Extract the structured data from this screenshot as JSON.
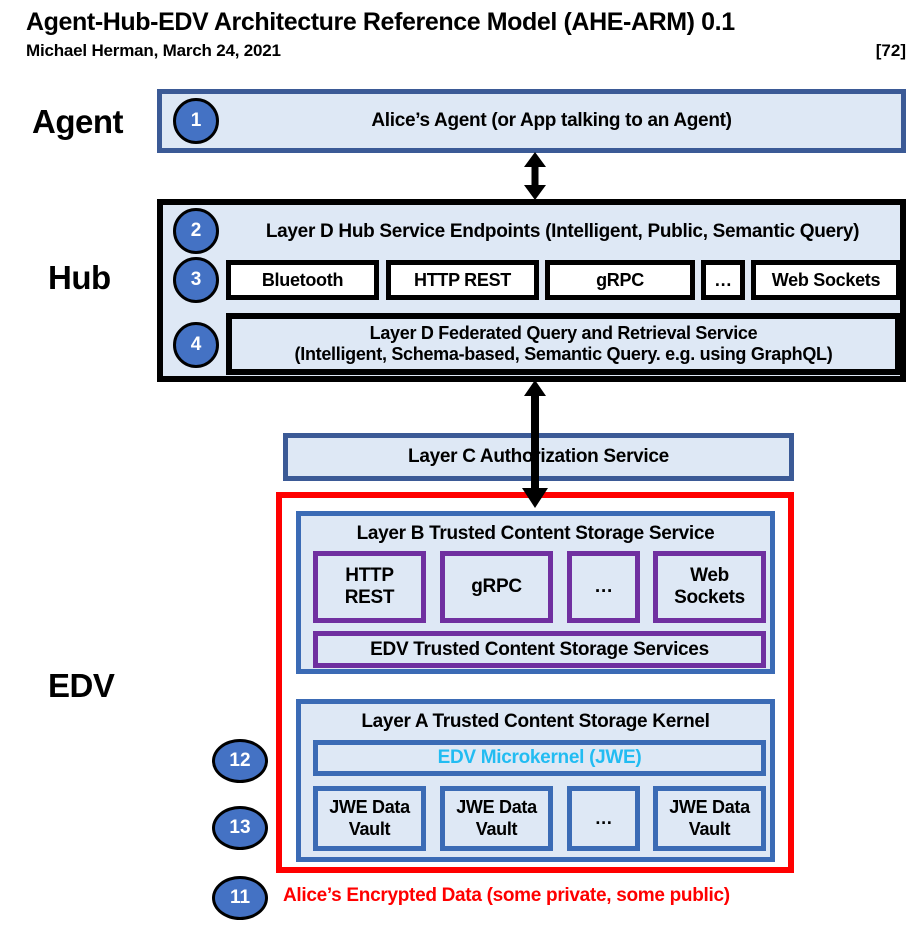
{
  "header": {
    "title": "Agent-Hub-EDV Architecture Reference Model (AHE-ARM) 0.1",
    "byline": "Michael Herman, March 24, 2021",
    "page_marker": "[72]"
  },
  "section_labels": {
    "agent": "Agent",
    "hub": "Hub",
    "edv": "EDV"
  },
  "badges": {
    "b1": "1",
    "b2": "2",
    "b3": "3",
    "b4": "4",
    "b11": "11",
    "b12": "12",
    "b13": "13"
  },
  "agent": {
    "label": "Alice’s Agent (or App talking to an Agent)"
  },
  "hub": {
    "endpoints_title": "Layer D Hub Service Endpoints (Intelligent, Public, Semantic Query)",
    "protocols": [
      "Bluetooth",
      "HTTP REST",
      "gRPC",
      "…",
      "Web Sockets"
    ],
    "federated_query_line1": "Layer D Federated Query and Retrieval Service",
    "federated_query_line2": "(Intelligent, Schema-based, Semantic Query. e.g. using GraphQL)"
  },
  "authorization": {
    "label": "Layer C Authorization Service"
  },
  "edv": {
    "layer_b": {
      "title": "Layer B Trusted Content Storage Service",
      "protocols": [
        {
          "line1": "HTTP",
          "line2": "REST"
        },
        {
          "line1": "gRPC",
          "line2": ""
        },
        {
          "line1": "…",
          "line2": ""
        },
        {
          "line1": "Web",
          "line2": "Sockets"
        }
      ],
      "services_label": "EDV Trusted Content Storage Services"
    },
    "layer_a": {
      "title": "Layer A Trusted Content Storage Kernel",
      "microkernel": "EDV Microkernel (JWE)",
      "vaults": [
        {
          "line1": "JWE Data",
          "line2": "Vault"
        },
        {
          "line1": "JWE Data",
          "line2": "Vault"
        },
        {
          "line1": "…",
          "line2": ""
        },
        {
          "line1": "JWE Data",
          "line2": "Vault"
        }
      ]
    },
    "caption": "Alice’s Encrypted Data (some private, some public)"
  },
  "colors": {
    "badge_fill": "#4472C4",
    "box_fill": "#DEE8F5",
    "navy_border": "#3B5A96",
    "steel_border": "#3B6BB5",
    "purple_border": "#7030A0",
    "red_border": "#FF0000",
    "microkernel_text": "#22BCF2",
    "caption_text": "#FF0000"
  }
}
